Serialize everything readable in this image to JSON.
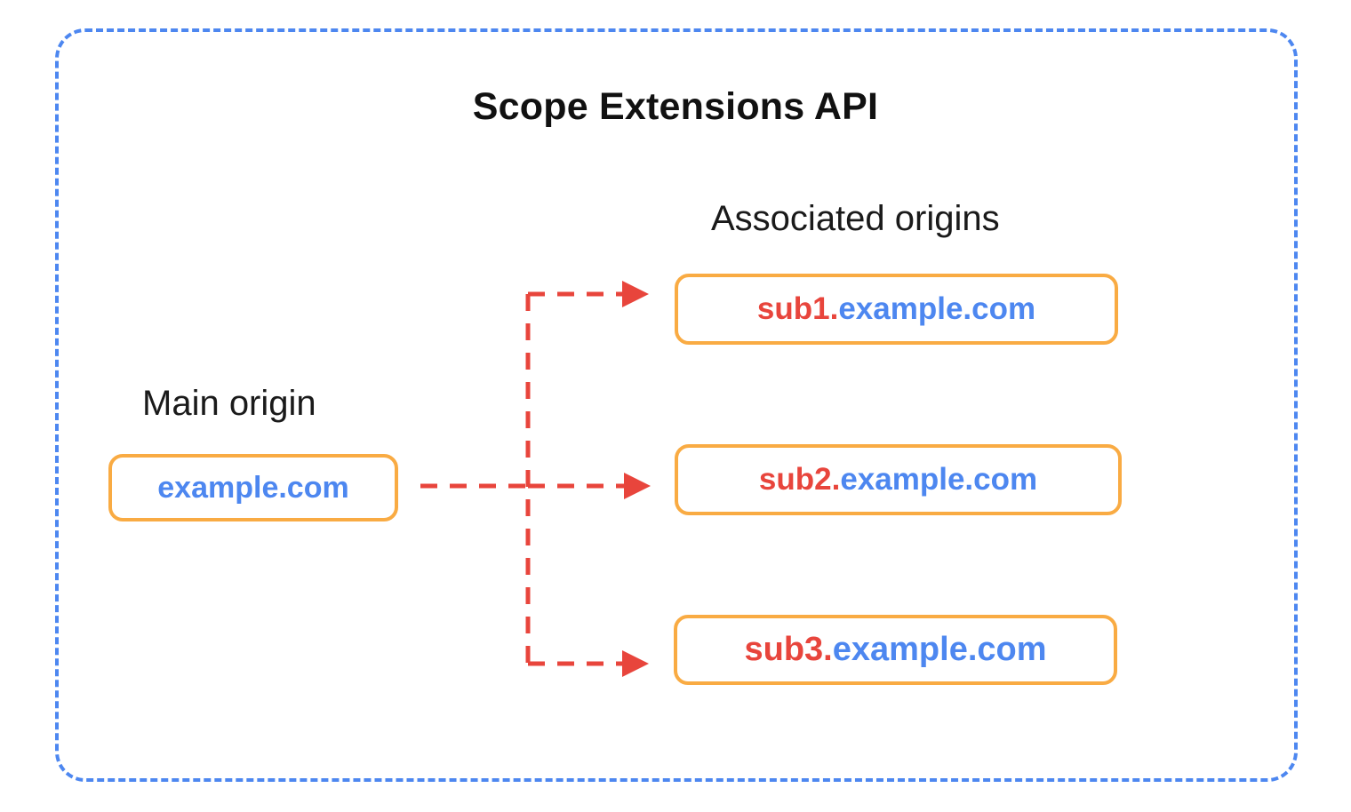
{
  "diagram": {
    "title": "Scope Extensions API",
    "frame_border_color": "#4d87f0",
    "labels": {
      "main_origin": "Main origin",
      "associated_origins": "Associated origins"
    },
    "main_origin": {
      "sub": "",
      "dot": "",
      "domain": "example.com"
    },
    "associated_origins": [
      {
        "sub": "sub1",
        "dot": ".",
        "domain": "example.com"
      },
      {
        "sub": "sub2",
        "dot": ".",
        "domain": "example.com"
      },
      {
        "sub": "sub3",
        "dot": ".",
        "domain": "example.com"
      }
    ],
    "colors": {
      "frame": "#4d87f0",
      "box_border": "#f9ab43",
      "subdomain_text": "#e8453c",
      "domain_text": "#4d87f0",
      "arrow": "#e8453c",
      "title_text": "#111111",
      "label_text": "#1a1a1a",
      "background": "#ffffff"
    },
    "arrows": {
      "style": "dashed",
      "count": 3,
      "from": "example.com",
      "to": [
        "sub1.example.com",
        "sub2.example.com",
        "sub3.example.com"
      ]
    }
  }
}
